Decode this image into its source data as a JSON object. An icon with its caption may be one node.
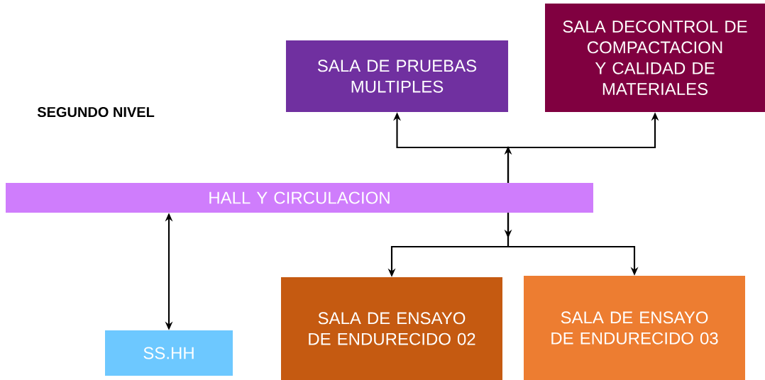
{
  "diagram": {
    "nodes": [
      {
        "text": [
          "HALL Y CIRCULACION"
        ]
      },
      {
        "text": [
          "SALA DE PRUEBAS MULTIPLES"
        ]
      },
      {
        "text": [
          "SALA DECONTROL DE COMPACTACION Y CALIDAD DE MATERIALES"
        ]
      },
      {
        "text": [
          "SS.HH"
        ]
      },
      {
        "text": [
          "SALA DE ENSAYO DE ENDURECIDO 02"
        ]
      },
      {
        "text": [
          "SALA DE ENSAYO DE ENDURECIDO 03"
        ]
      }
    ],
    "edges": [
      {
        "from": 0,
        "to": 1,
        "arrow": "to"
      },
      {
        "from": 0,
        "to": 2,
        "arrow": "to"
      },
      {
        "from": 0,
        "to": 4,
        "arrow": "to"
      },
      {
        "from": 0,
        "to": 5,
        "arrow": "to"
      },
      {
        "from": 0,
        "to": 3,
        "arrow": "both"
      }
    ],
    "labels": [
      "SEGUNDO NIVEL"
    ]
  }
}
